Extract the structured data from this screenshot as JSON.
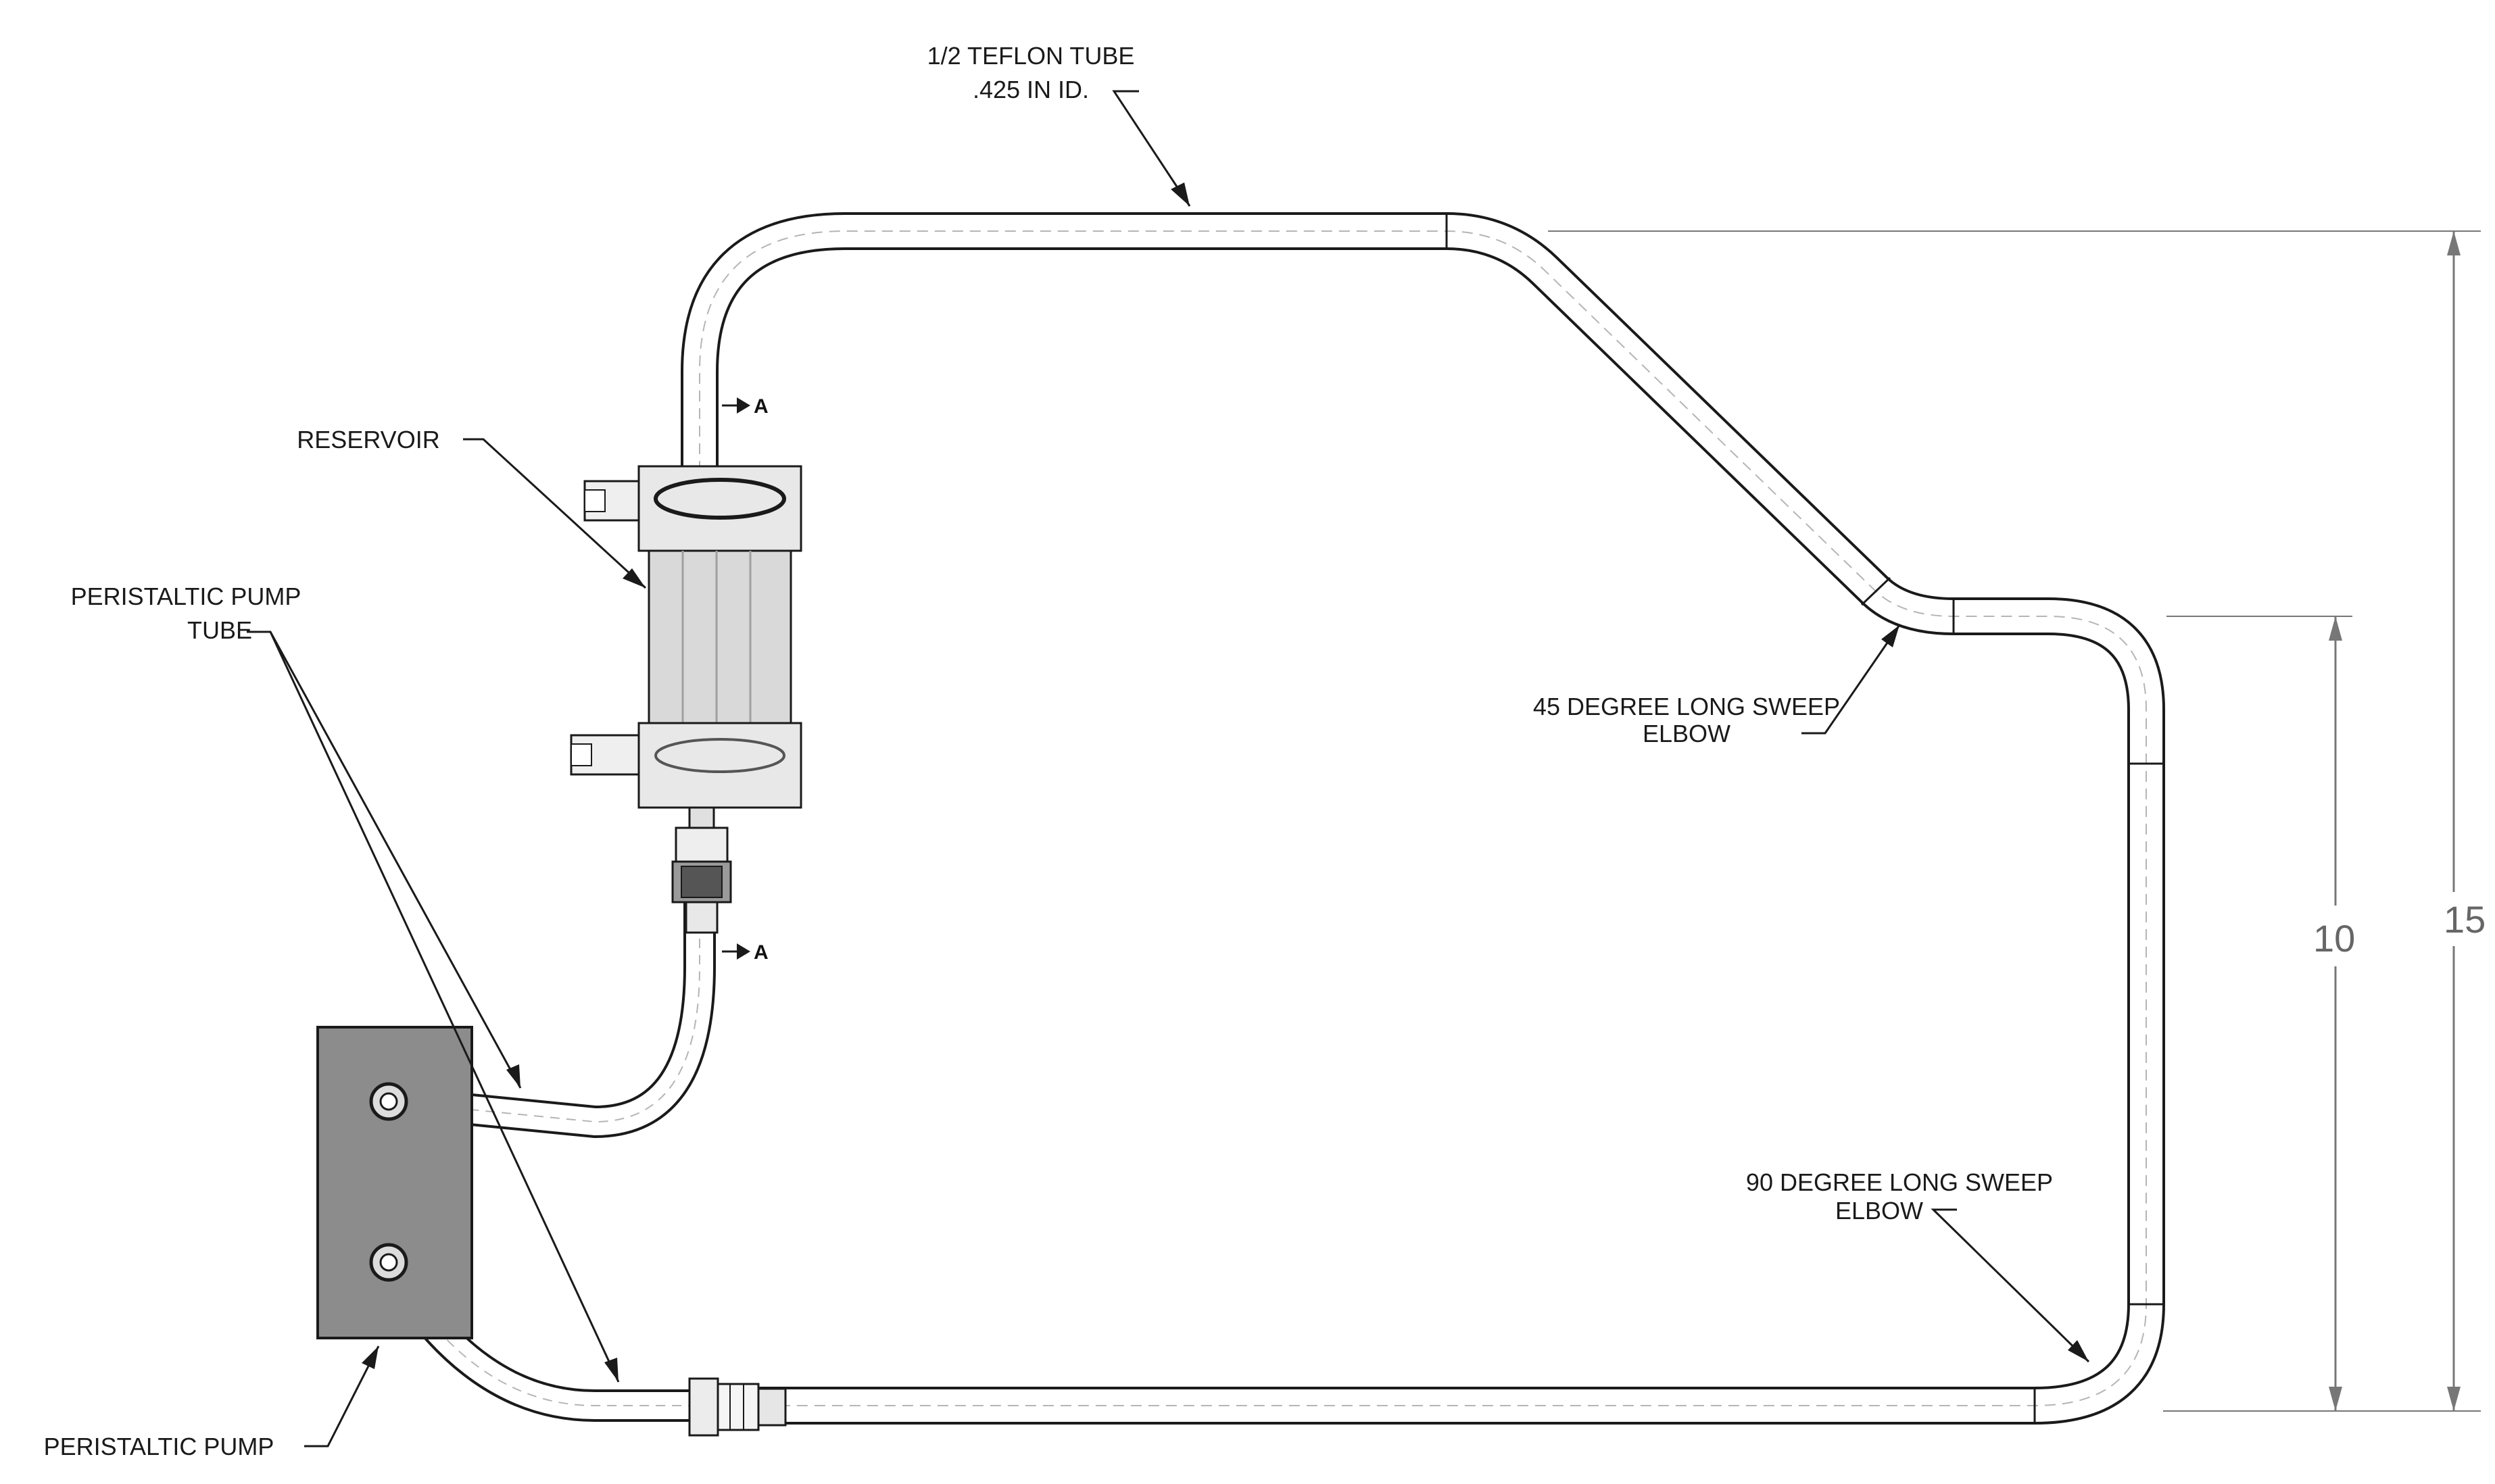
{
  "labels": {
    "teflon_tube_line1": "1/2 TEFLON TUBE",
    "teflon_tube_line2": ".425 IN ID.",
    "reservoir": "RESERVOIR",
    "pump_tube_line1": "PERISTALTIC PUMP",
    "pump_tube_line2": "TUBE",
    "elbow45_line1": "45 DEGREE LONG SWEEP",
    "elbow45_line2": "ELBOW",
    "elbow90_line1": "90 DEGREE LONG SWEEP",
    "elbow90_line2": "ELBOW",
    "pump": "PERISTALTIC PUMP"
  },
  "section_marks": {
    "upper": "A",
    "lower": "A"
  },
  "dimensions": {
    "inner": "10",
    "outer": "15"
  },
  "colors": {
    "line": "#1a1a1a",
    "tube_fill": "#ffffff",
    "pump_body": "#8c8c8c",
    "reservoir_glass": "#d9d9d9",
    "dimension": "#777777"
  }
}
